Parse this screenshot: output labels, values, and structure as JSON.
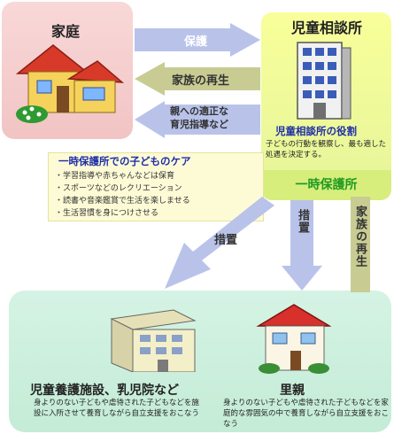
{
  "home": {
    "title": "家庭"
  },
  "center": {
    "title": "児童相談所",
    "role_title": "児童相談所の役割",
    "role_desc": "子どもの行動を観察し、最も適した処遇を決定する。"
  },
  "temporary": {
    "title": "一時保護所"
  },
  "arrows": {
    "protect": "保護",
    "reunite_top": "家族の再生",
    "guidance_line1": "親への適正な",
    "guidance_line2": "育児指導など",
    "measure_left": "措置",
    "measure_center": "措置",
    "reunite_right": "家族の再生"
  },
  "care": {
    "title": "一時保護所での子どものケア",
    "items": [
      "・学習指導や赤ちゃんなどは保育",
      "・スポーツなどのレクリエーション",
      "・読書や音楽鑑賞で生活を楽しませる",
      "・生活習慣を身につけさせる"
    ]
  },
  "facility": {
    "title": "児童養護施設、乳児院など",
    "desc": "身よりのない子どもや虐待された子どもなどを施設に入所させて養育しながら自立支援をおこなう"
  },
  "foster": {
    "title": "里親",
    "desc": "身よりのない子どもや虐待された子どもなどを家庭的な雰囲気の中で養育しながら自立支援をおこなう"
  },
  "colors": {
    "arrow_blue": "#b9c3ea",
    "arrow_olive": "#c8cc93",
    "title_blue": "#1f2fa8",
    "temp_green": "#1f9a1f"
  }
}
